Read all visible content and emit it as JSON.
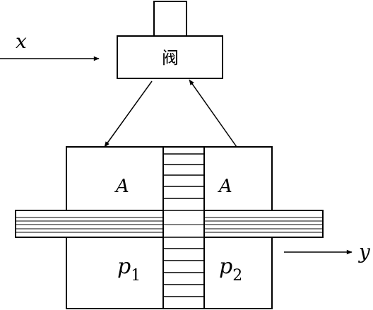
{
  "labels": {
    "input": "x",
    "output": "y",
    "valve": "阀",
    "area_left": "A",
    "area_right": "A",
    "p_left_base": "p",
    "p_left_sub": "1",
    "p_right_base": "p",
    "p_right_sub": "2"
  },
  "colors": {
    "line": "#000000",
    "background": "#ffffff"
  }
}
